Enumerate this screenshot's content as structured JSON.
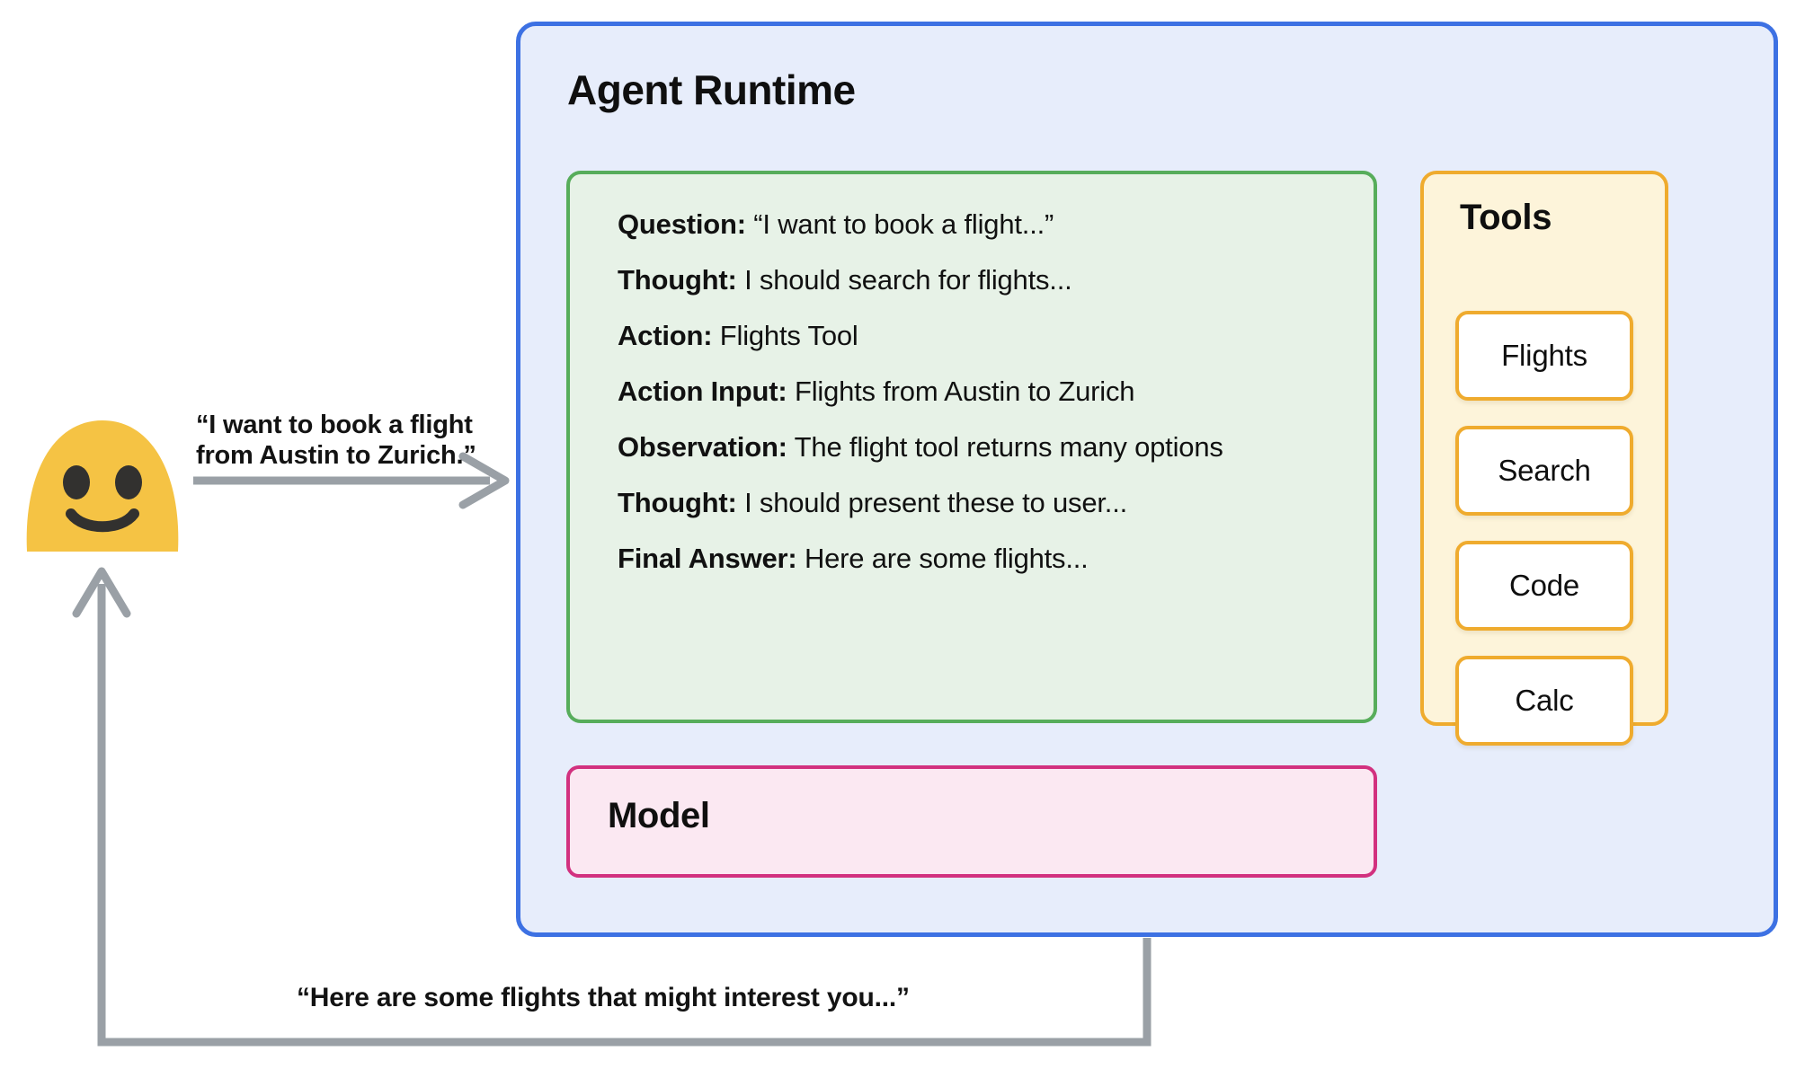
{
  "diagram": {
    "title": "ReAct agent runtime loop"
  },
  "user": {
    "avatar_name": "user-blob-smiley",
    "face_color": "#f5c344",
    "feature_color": "#32312f",
    "request_text": "“I want to book a flight from Austin to Zurich.”",
    "response_text": "“Here are some flights that might interest you...”"
  },
  "runtime": {
    "title": "Agent Runtime",
    "border_color": "#3d71e3",
    "fill_color": "#e7edfb"
  },
  "trace": {
    "border_color": "#57ad5b",
    "fill_color": "#e7f2e7",
    "lines": [
      {
        "key": "Question:",
        "value": "“I want to book a flight...”"
      },
      {
        "key": "Thought:",
        "value": "I should search for flights..."
      },
      {
        "key": "Action:",
        "value": "Flights Tool"
      },
      {
        "key": "Action Input:",
        "value": "Flights from Austin to Zurich"
      },
      {
        "key": "Observation:",
        "value": "The flight tool returns many options"
      },
      {
        "key": "Thought:",
        "value": "I should present these to user..."
      },
      {
        "key": "Final Answer:",
        "value": "Here are some flights..."
      }
    ]
  },
  "model": {
    "title": "Model",
    "border_color": "#d2317f",
    "fill_color": "#fbe8f2"
  },
  "tools": {
    "title": "Tools",
    "border_color": "#efab2e",
    "fill_color": "#fdf4da",
    "items": [
      {
        "label": "Flights"
      },
      {
        "label": "Search"
      },
      {
        "label": "Code"
      },
      {
        "label": "Calc"
      }
    ]
  },
  "connectors": {
    "color": "#9aa0a6",
    "request_arrow": "user-to-runtime-arrow",
    "response_arrow": "runtime-to-user-arrow"
  }
}
